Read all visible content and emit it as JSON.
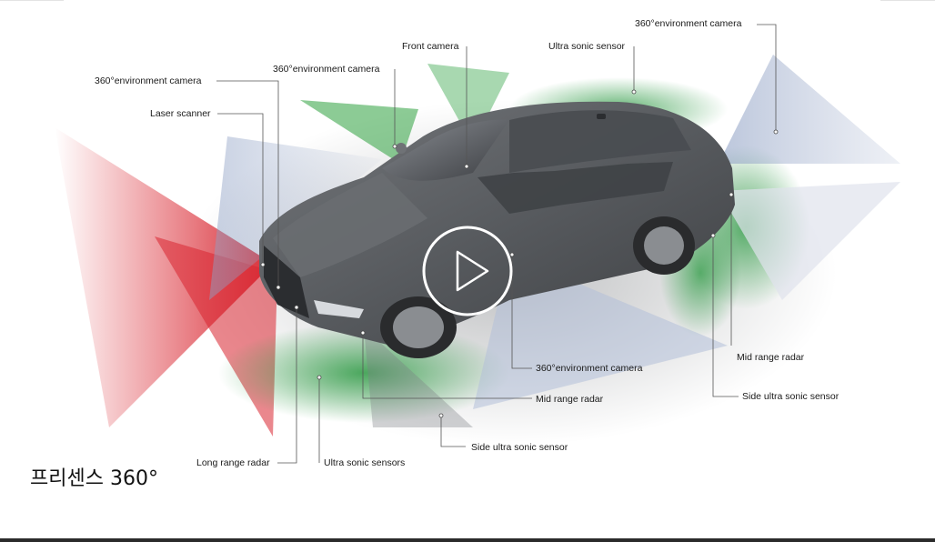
{
  "labels": {
    "env_camera_top_right": "360°environment camera",
    "ultra_sonic_sensor": "Ultra sonic sensor",
    "front_camera": "Front camera",
    "env_camera_top_mid": "360°environment camera",
    "env_camera_left": "360°environment camera",
    "laser_scanner": "Laser scanner",
    "mid_range_radar_right": "Mid range radar",
    "env_camera_bottom": "360°environment camera",
    "mid_range_radar_bottom": "Mid range radar",
    "side_ultra_sonic_right": "Side ultra sonic sensor",
    "side_ultra_sonic_bottom": "Side ultra sonic sensor",
    "long_range_radar": "Long range radar",
    "ultra_sonic_sensors": "Ultra sonic sensors"
  },
  "caption": "프리센스 360°",
  "colors": {
    "radar_red": "#d9252f",
    "sensor_green": "#3fa84f",
    "camera_blue": "#8ea0c4",
    "car_body": "#55585c",
    "bottom_bar": "#2b2b2b"
  },
  "icons": {
    "play": "play-icon"
  }
}
